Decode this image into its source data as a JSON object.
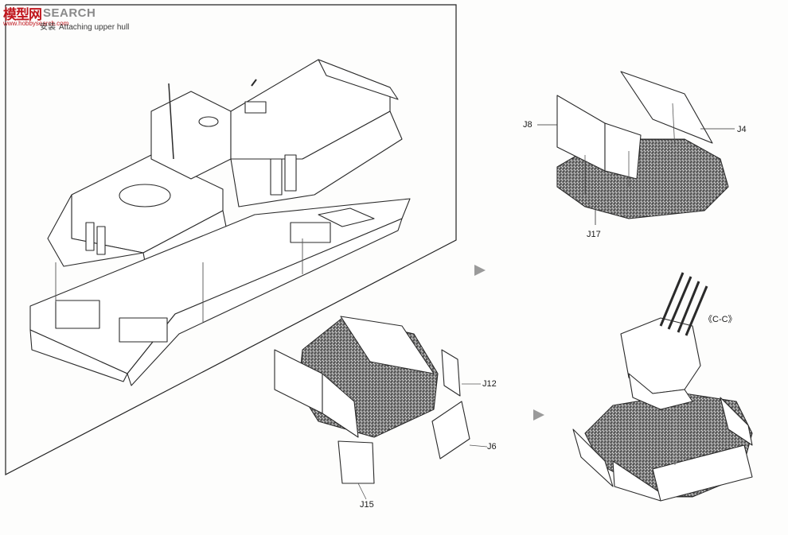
{
  "watermark": {
    "brand_cn": "模型网",
    "brand_en": "SEARCH",
    "url": "www.hobbysearch.com"
  },
  "step": {
    "title_cn": "安装",
    "title_en": "Attaching upper hull"
  },
  "parts": {
    "j4": "J4",
    "j8": "J8",
    "j17": "J17",
    "j12": "J12",
    "j6": "J6",
    "j15": "J15"
  },
  "views": {
    "cc": "《C-C》"
  }
}
